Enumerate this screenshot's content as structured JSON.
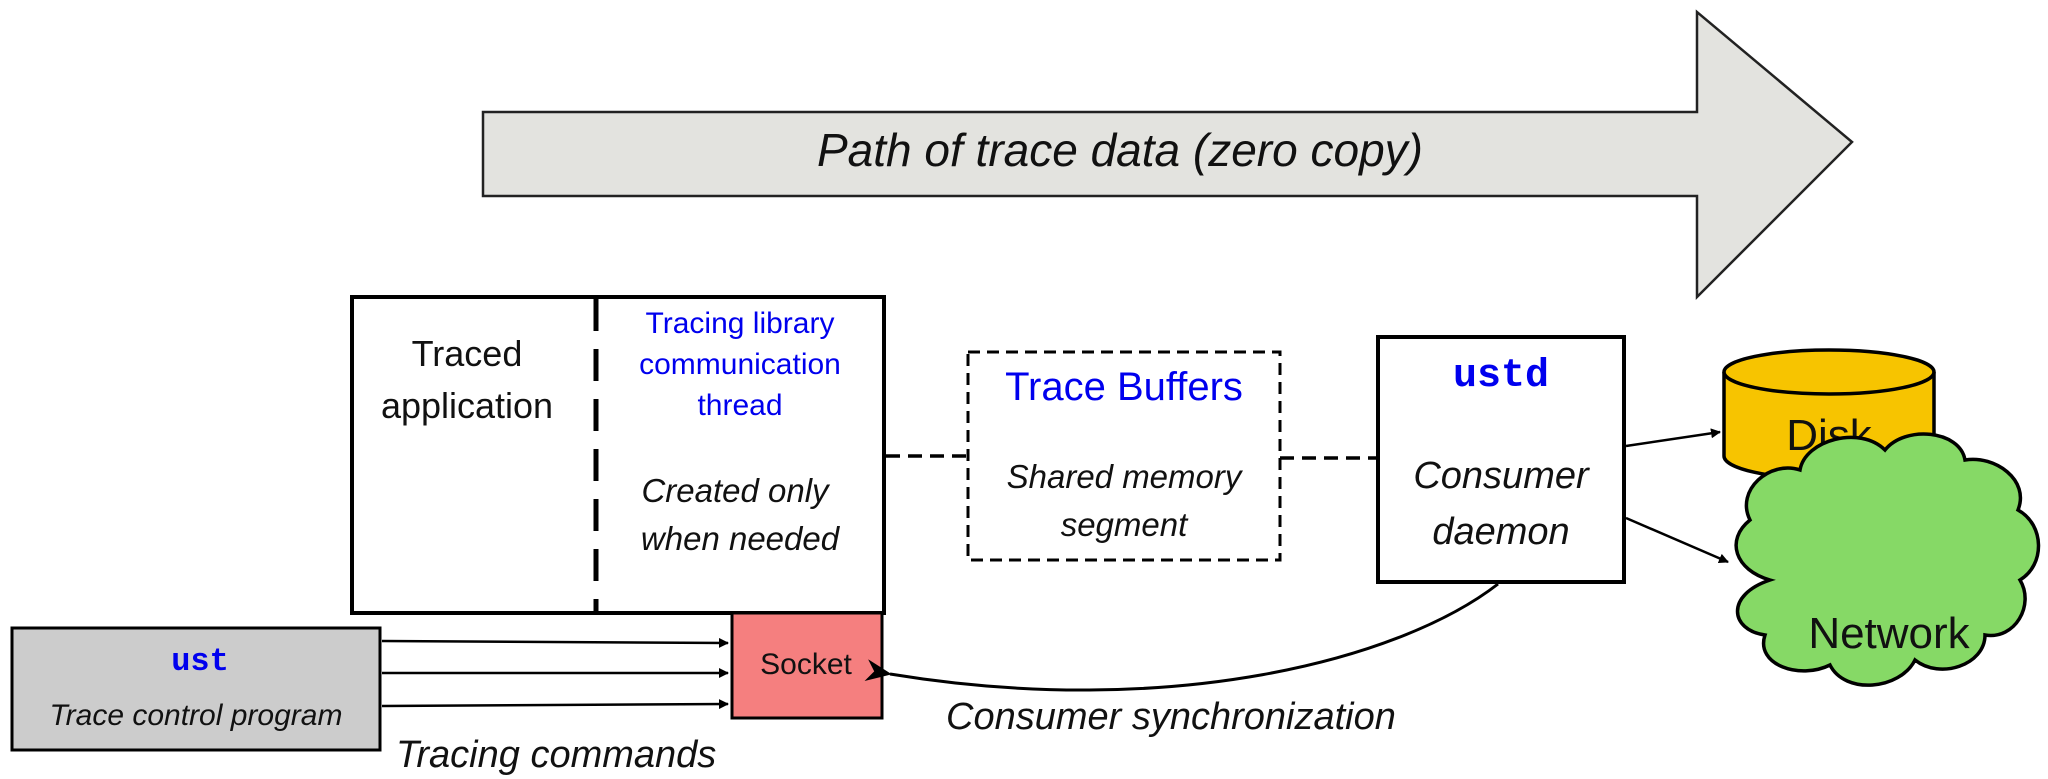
{
  "path_arrow": {
    "label": "Path of trace data (zero copy)",
    "fill": "#e3e3df"
  },
  "app_box": {
    "app_label_1": "Traced",
    "app_label_2": "application",
    "thread_label_1": "Tracing library",
    "thread_label_2": "communication",
    "thread_label_3": "thread",
    "note_1": "Created only",
    "note_2": "when needed"
  },
  "buffers": {
    "title": "Trace Buffers",
    "sub_1": "Shared memory",
    "sub_2": "segment"
  },
  "daemon": {
    "name": "ustd",
    "desc_1": "Consumer",
    "desc_2": "daemon"
  },
  "disk": {
    "label": "Disk",
    "fill": "#f7c400"
  },
  "network": {
    "label": "Network",
    "fill": "#86d966"
  },
  "ust": {
    "name": "ust",
    "desc": "Trace control program",
    "fill": "#cccccc"
  },
  "socket": {
    "label": "Socket",
    "fill": "#f57f7f"
  },
  "labels": {
    "tracing_commands": "Tracing commands",
    "consumer_sync": "Consumer synchronization"
  },
  "colors": {
    "accent_blue": "#0000ee",
    "text": "#111111"
  }
}
